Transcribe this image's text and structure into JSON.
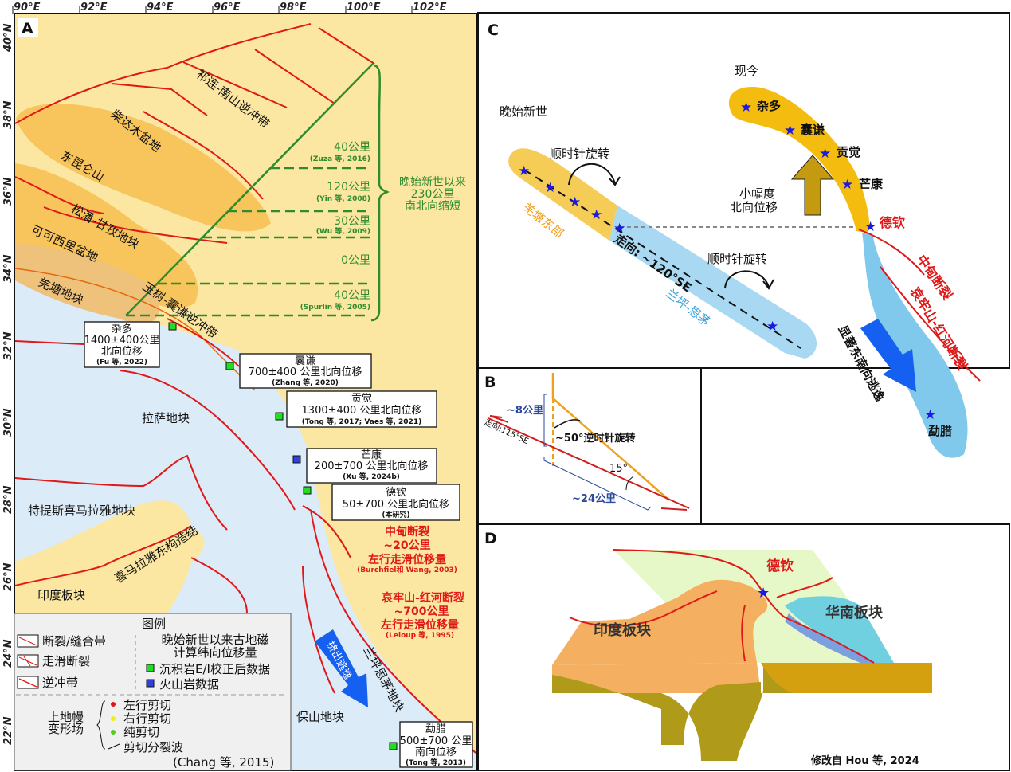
{
  "panel_labels": {
    "a": "A",
    "b": "B",
    "c": "C",
    "d": "D"
  },
  "axis": {
    "lon": [
      "90°E",
      "92°E",
      "94°E",
      "96°E",
      "98°E",
      "100°E",
      "102°E"
    ],
    "lat": [
      "40°N",
      "38°N",
      "36°N",
      "34°N",
      "32°N",
      "30°N",
      "28°N",
      "26°N",
      "24°N",
      "22°N"
    ]
  },
  "map_a": {
    "regions": {
      "qilian": "祁连-南山逆冲带",
      "qaidam": "柴达木盆地",
      "kunlun": "东昆仑山",
      "songpan": "松潘-甘孜地块",
      "hohxil": "可可西里盆地",
      "qiangtang": "羌塘地块",
      "yushu": "玉树-囊谦逆冲带",
      "lhasa": "拉萨地块",
      "tethys": "特提斯喜马拉雅地块",
      "syntaxis": "喜马拉雅东构造结",
      "india": "印度板块",
      "baoshan": "保山地块",
      "lanping": "兰坪思茅地块",
      "escape": "挤出逃逸"
    },
    "shortening": [
      {
        "value": "40公里",
        "ref": "(Zuza 等, 2016)"
      },
      {
        "value": "120公里",
        "ref": "(Yin 等, 2008)"
      },
      {
        "value": "30公里",
        "ref": "(Wu 等, 2009)"
      },
      {
        "value": "0公里",
        "ref": ""
      },
      {
        "value": "40公里",
        "ref": "(Spurlin 等, 2005)"
      }
    ],
    "total": [
      "晚始新世以来",
      "230公里",
      "南北向缩短"
    ],
    "sites": [
      {
        "name": "杂多",
        "l1": "1400±400公里",
        "l2": "北向位移",
        "ref": "(Fu 等, 2022)"
      },
      {
        "name": "囊谦",
        "l1": "700±400 公里北向位移",
        "ref": "(Zhang 等, 2020)"
      },
      {
        "name": "贡觉",
        "l1": "1300±400 公里北向位移",
        "ref": "(Tong 等, 2017; Vaes 等, 2021)"
      },
      {
        "name": "芒康",
        "l1": "200±700 公里北向位移",
        "ref": "(Xu 等, 2024b)"
      },
      {
        "name": "德钦",
        "l1": "50±700 公里北向位移",
        "ref": "(本研究)"
      },
      {
        "name": "勐腊",
        "l1": "500±700 公里",
        "l2": "南向位移",
        "ref": "(Tong 等, 2013)"
      }
    ],
    "faults": [
      {
        "name": "中甸断裂",
        "offset": "~20公里",
        "type": "左行走滑位移量",
        "ref": "(Burchfiel和 Wang, 2003)"
      },
      {
        "name": "哀牢山-红河断裂",
        "offset": "~700公里",
        "type": "左行走滑位移量",
        "ref": "(Leloup 等, 1995)"
      }
    ]
  },
  "legend": {
    "title": "图例",
    "fault": "断裂/缝合带",
    "strike_slip": "走滑断裂",
    "thrust": "逆冲带",
    "paleomag1": "晚始新世以来古地磁",
    "paleomag2": "计算纬向位移量",
    "sed": "沉积岩E/I校正后数据",
    "volc": "火山岩数据",
    "mantle1": "上地幔",
    "mantle2": "变形场",
    "left": "左行剪切",
    "right": "右行剪切",
    "pure": "纯剪切",
    "split": "剪切分裂波",
    "ref": "(Chang 等, 2015)"
  },
  "panel_c": {
    "present": "现今",
    "eocene": "晚始新世",
    "cw1": "顺时针旋转",
    "cw2": "顺时针旋转",
    "qiangtang_e": "羌塘东部",
    "strike": "走向: ~120°SE",
    "lanping": "兰坪-思茅",
    "small1": "小幅度",
    "small2": "北向位移",
    "sites": [
      "杂多",
      "囊谦",
      "贡觉",
      "芒康",
      "德钦",
      "勐腊"
    ],
    "zhongdian": "中甸断裂",
    "ailao": "哀牢山-红河断裂",
    "escape": "显著东南向逃逸"
  },
  "panel_b": {
    "d8": "~8公里",
    "strike": "走向:115°SE",
    "rot": "~50°逆时针旋转",
    "angle": "15°",
    "d24": "~24公里"
  },
  "panel_d": {
    "deqin": "德钦",
    "india": "印度板块",
    "sc": "华南板块",
    "credit": "修改自 Hou 等, 2024"
  },
  "colors": {
    "yellow": "#fbe7a1",
    "basin": "#f8c45c",
    "blue": "#dcebf8",
    "green": "#2e8b2e",
    "red": "#e01818"
  }
}
